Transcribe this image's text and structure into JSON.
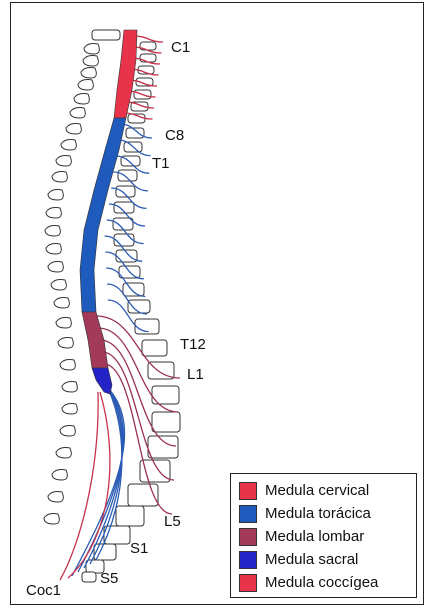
{
  "labels": {
    "c1": "C1",
    "c8": "C8",
    "t1": "T1",
    "t12": "T12",
    "l1": "L1",
    "l5": "L5",
    "s1": "S1",
    "s5": "S5",
    "coc1": "Coc1"
  },
  "legend": [
    {
      "label": "Medula cervical",
      "color": "#e8344a"
    },
    {
      "label": "Medula torácica",
      "color": "#1f5bbd"
    },
    {
      "label": "Medula lombar",
      "color": "#a33a5a"
    },
    {
      "label": "Medula sacral",
      "color": "#2323c8"
    },
    {
      "label": "Medula coccígea",
      "color": "#e8344a"
    }
  ],
  "colors": {
    "cervical": "#e8344a",
    "thoracic": "#1f5bbd",
    "lumbar": "#a33a5a",
    "sacral": "#2323c8",
    "coccygeal": "#e8344a",
    "nerve_red": "#c8324a",
    "nerve_blue": "#2a5bb5",
    "nerve_dark_red": "#9a3050",
    "bone_outline": "#333333"
  }
}
